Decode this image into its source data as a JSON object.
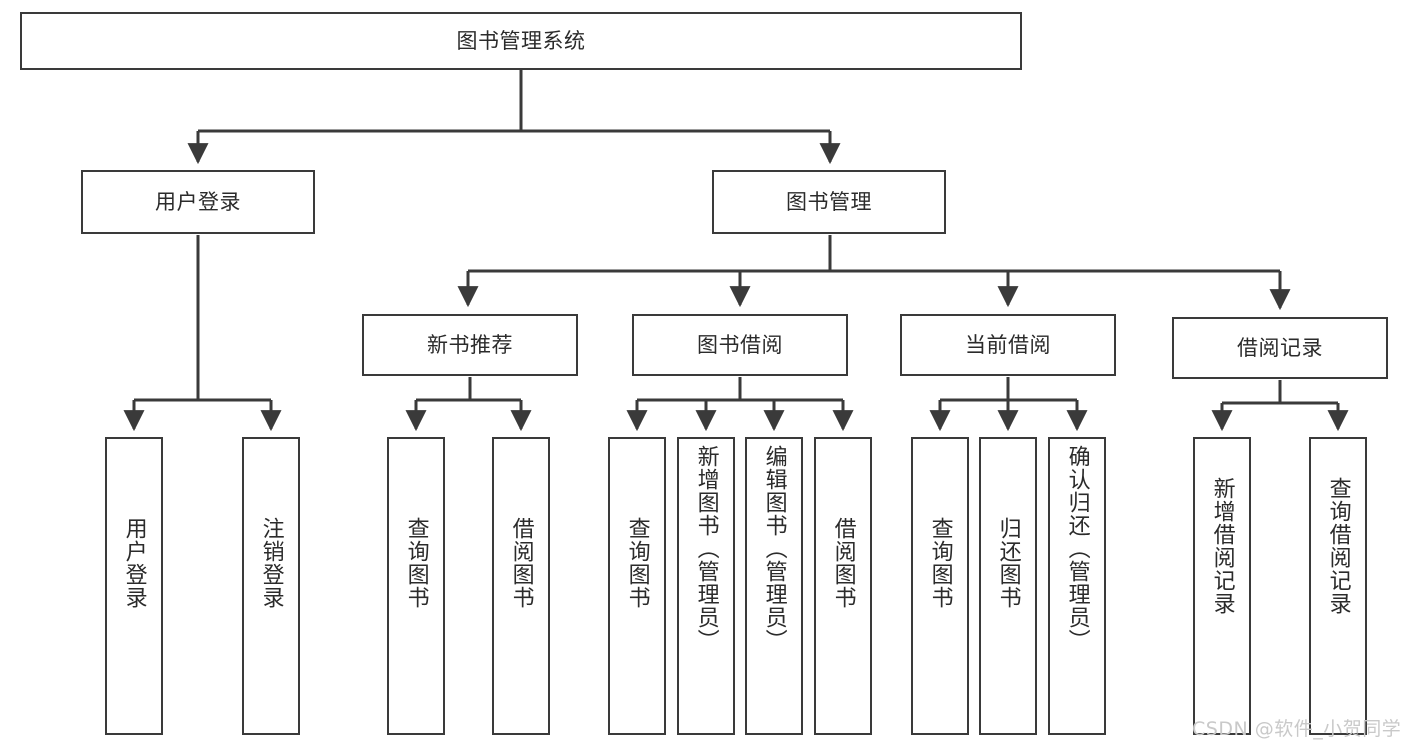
{
  "diagram": {
    "title": "图书管理系统",
    "type": "hierarchy-tree",
    "watermark": "CSDN @软件_小贺同学",
    "colors": {
      "stroke": "#3a3a3a",
      "text": "#2b2b2b",
      "background": "#ffffff",
      "watermark": "#c9c9c9"
    },
    "levels": {
      "root": {
        "label": "图书管理系统"
      },
      "level2": [
        {
          "id": "user-login",
          "label": "用户登录"
        },
        {
          "id": "book-manage",
          "label": "图书管理"
        }
      ],
      "level3": [
        {
          "id": "new-book-recommend",
          "label": "新书推荐"
        },
        {
          "id": "book-borrow",
          "label": "图书借阅"
        },
        {
          "id": "current-borrow",
          "label": "当前借阅"
        },
        {
          "id": "borrow-record",
          "label": "借阅记录"
        }
      ],
      "leaves": [
        {
          "id": "leaf-user-login",
          "label": "用户登录",
          "parent": "user-login"
        },
        {
          "id": "leaf-user-logout",
          "label": "注销登录",
          "parent": "user-login"
        },
        {
          "id": "leaf-query-book-1",
          "label": "查询图书",
          "parent": "new-book-recommend"
        },
        {
          "id": "leaf-borrow-book-1",
          "label": "借阅图书",
          "parent": "new-book-recommend"
        },
        {
          "id": "leaf-query-book-2",
          "label": "查询图书",
          "parent": "book-borrow"
        },
        {
          "id": "leaf-add-book",
          "label": "新增图书（管理员）",
          "parent": "book-borrow"
        },
        {
          "id": "leaf-edit-book",
          "label": "编辑图书（管理员）",
          "parent": "book-borrow"
        },
        {
          "id": "leaf-borrow-book-2",
          "label": "借阅图书",
          "parent": "book-borrow"
        },
        {
          "id": "leaf-query-book-3",
          "label": "查询图书",
          "parent": "current-borrow"
        },
        {
          "id": "leaf-return-book",
          "label": "归还图书",
          "parent": "current-borrow"
        },
        {
          "id": "leaf-confirm-return",
          "label": "确认归还（管理员）",
          "parent": "current-borrow"
        },
        {
          "id": "leaf-add-record",
          "label": "新增借阅记录",
          "parent": "borrow-record"
        },
        {
          "id": "leaf-query-record",
          "label": "查询借阅记录",
          "parent": "borrow-record"
        }
      ]
    }
  }
}
